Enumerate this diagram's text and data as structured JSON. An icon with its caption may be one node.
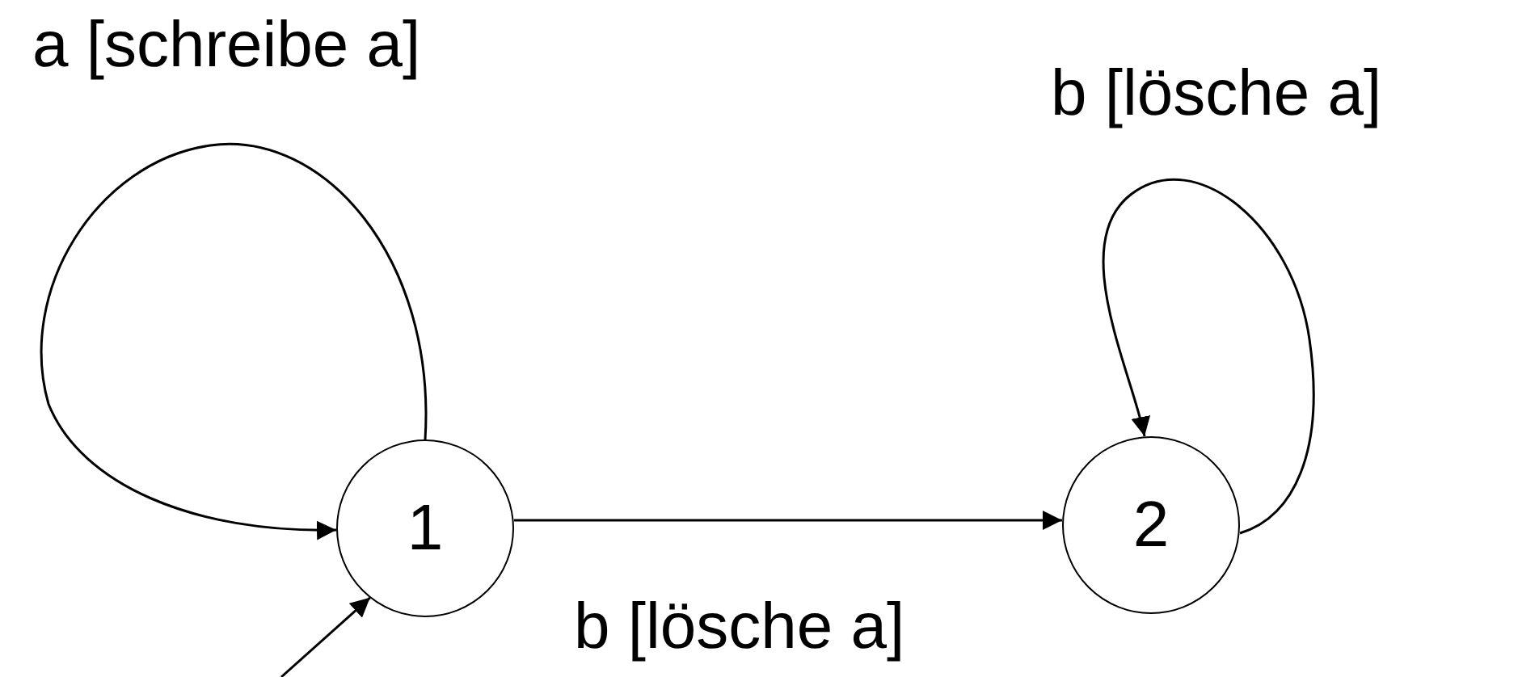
{
  "diagram": {
    "nodes": [
      {
        "text": [
          "1"
        ]
      },
      {
        "text": [
          "2"
        ]
      }
    ],
    "edges": [
      {
        "from": 0,
        "to": 0,
        "arrow": "to",
        "label": "a [schreibe a]"
      },
      {
        "from": 1,
        "to": 1,
        "arrow": "to",
        "label": "b [lösche a]"
      },
      {
        "from": 0,
        "to": 1,
        "arrow": "to",
        "label": "b [lösche a]"
      },
      {
        "from": null,
        "to": 0,
        "arrow": "to"
      }
    ]
  }
}
